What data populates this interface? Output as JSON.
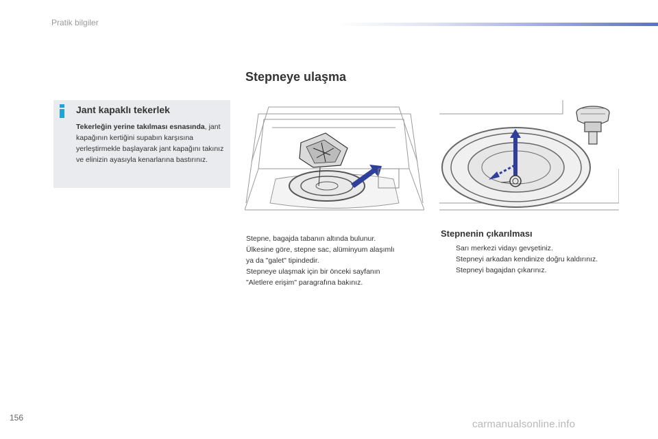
{
  "header": {
    "section_label": "Pratik bilgiler"
  },
  "info_box": {
    "title": "Jant kapaklı tekerlek",
    "bold_lead": "Tekerleğin yerine takılması esnasında",
    "body": ", jant kapağının kertiğini supabın karşısına yerleştirmekle başlayarak jant kapağını takınız ve elinizin ayasıyla kenarlarına bastırınız."
  },
  "main": {
    "title": "Stepneye ulaşma",
    "description_lines": [
      "Stepne, bagajda tabanın altında bulunur.",
      "Ülkesine göre, stepne sac, alüminyum alaşımlı",
      "ya da \"galet\" tipindedir.",
      "Stepneye ulaşmak için bir önceki sayfanın",
      "\"Aletlere erişim\" paragrafına bakınız."
    ]
  },
  "removal": {
    "title": "Stepnenin çıkarılması",
    "bullet_symbol": "",
    "steps": [
      "Sarı merkezi vidayı gevşetiniz.",
      "Stepneyi arkadan kendinize doğru kaldırınız.",
      "Stepneyi bagajdan çıkarınız."
    ]
  },
  "footer": {
    "page_number": "156",
    "watermark": "carmanualsonline.info"
  },
  "colors": {
    "info_accent": "#1fa3d8",
    "arrow_blue": "#2f3f9a",
    "info_bg": "#e9ebee"
  }
}
